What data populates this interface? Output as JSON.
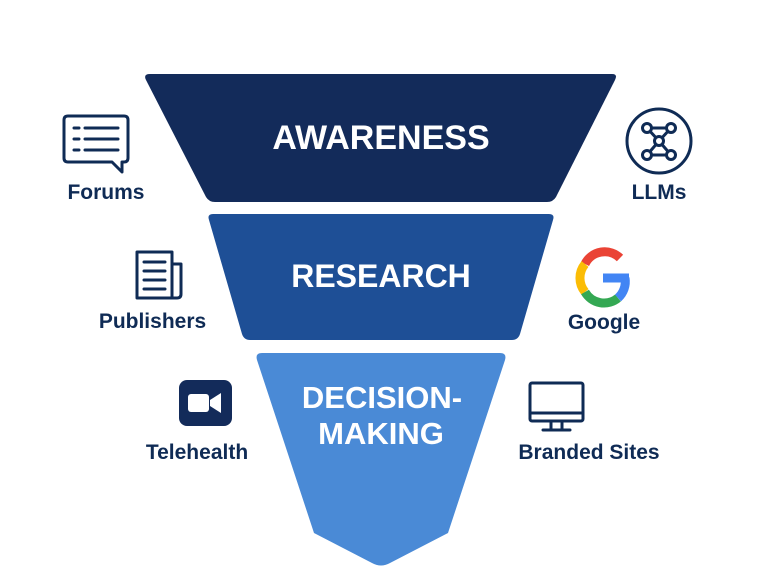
{
  "colors": {
    "awareness": "#132b5a",
    "research": "#1e4f96",
    "decision": "#4a8ad6",
    "stage_text": "#ffffff",
    "label_text": "#0f2b55",
    "icon_stroke": "#0f2b55",
    "google_blue": "#4285f4",
    "google_red": "#ea4335",
    "google_yellow": "#fbbc05",
    "google_green": "#34a853"
  },
  "funnel": {
    "stages": [
      {
        "id": "awareness",
        "lines": [
          "AWARENESS"
        ]
      },
      {
        "id": "research",
        "lines": [
          "RESEARCH"
        ]
      },
      {
        "id": "decision",
        "lines": [
          "DECISION-",
          "MAKING"
        ]
      }
    ]
  },
  "channels": {
    "left": [
      {
        "label": "Forums",
        "icon": "chat-bubble-icon"
      },
      {
        "label": "Publishers",
        "icon": "newspaper-icon"
      },
      {
        "label": "Telehealth",
        "icon": "video-camera-icon"
      }
    ],
    "right": [
      {
        "label": "LLMs",
        "icon": "network-nodes-icon"
      },
      {
        "label": "Google",
        "icon": "google-logo-icon"
      },
      {
        "label": "Branded Sites",
        "icon": "monitor-icon"
      }
    ]
  }
}
